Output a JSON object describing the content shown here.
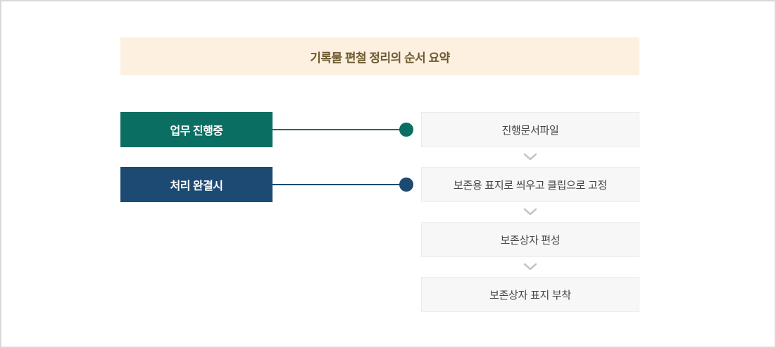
{
  "title": {
    "text": "기록물 편철 정리의 순서 요약"
  },
  "colors": {
    "page_border": "#d9d9d9",
    "title_bg": "#fdf0e1",
    "title_text": "#6d5b2f",
    "status_in_progress": "#0b6e62",
    "status_completed": "#1d4a72",
    "step_bg": "#f7f7f7",
    "step_border": "#ececec",
    "step_text": "#454545",
    "chevron": "#c5c5c5"
  },
  "statuses": [
    {
      "id": "in-progress",
      "label": "업무 진행중",
      "color": "#0b6e62"
    },
    {
      "id": "completed",
      "label": "처리 완결시",
      "color": "#1d4a72"
    }
  ],
  "steps": [
    {
      "label": "진행문서파일"
    },
    {
      "label": "보존용 표지로 씌우고 클립으로 고정"
    },
    {
      "label": "보존상자 편성"
    },
    {
      "label": "보존상자 표지 부착"
    }
  ],
  "icons": {
    "chevron_down": "chevron-down-icon",
    "connector_dot": "circle-dot-icon"
  }
}
